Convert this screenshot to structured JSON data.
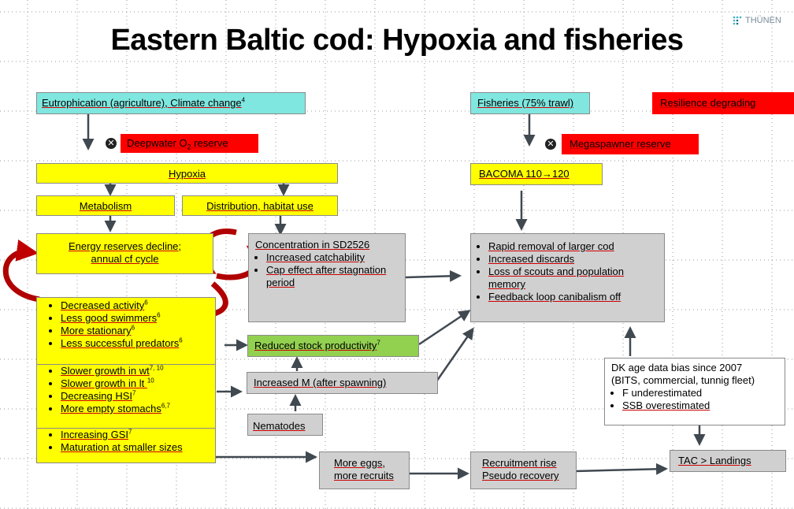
{
  "title": "Eastern Baltic cod: Hypoxia and fisheries",
  "logo": {
    "text": "THÜNEN",
    "icon": "thunen-logo-icon"
  },
  "boxes": {
    "eutrophication": "Eutrophication (agriculture), Climate change",
    "eutrophication_sup": "4",
    "deepwater": "Deepwater O",
    "deepwater_sub": "2",
    "deepwater_tail": " reserve",
    "hypoxia": "Hypoxia",
    "metabolism": "Metabolism",
    "distribution": "Distribution, habitat use",
    "energy_line1": "Energy reserves decline;",
    "energy_line2": "annual cf cycle",
    "concentration": [
      "Concentration in SD2526",
      "Increased catchability",
      "Cap effect after stagnation period"
    ],
    "behaviour": [
      {
        "text": "Decreased activity",
        "sup": "6"
      },
      {
        "text": "Less good swimmers",
        "sup": "6"
      },
      {
        "text": "More stationary",
        "sup": "6"
      },
      {
        "text": "Less successful predators",
        "sup": "6"
      }
    ],
    "growth": [
      {
        "text": "Slower growth in wt",
        "sup": "7, 10"
      },
      {
        "text": "Slower growth in lt ",
        "sup": "10"
      },
      {
        "text": "Decreasing HSI",
        "sup": "7"
      },
      {
        "text": "More empty stomachs",
        "sup": "6,7"
      }
    ],
    "maturation": [
      {
        "text": "Increasing GSI",
        "sup": "7"
      },
      {
        "text": "Maturation at smaller sizes",
        "sup": ""
      }
    ],
    "reduced_stock": "Reduced stock productivity",
    "reduced_stock_sup": "7",
    "increased_m": "Increased M (after spawning)",
    "nematodes": "Nematodes",
    "more_eggs_line1": "More eggs,",
    "more_eggs_line2": "more recruits",
    "recruitment_line1": "Recruitment rise",
    "recruitment_line2": "Pseudo recovery",
    "tac": "TAC > Landings",
    "fisheries": "Fisheries (75% trawl)",
    "resilience": "Resilience degrading",
    "megaspawner": "Megaspawner reserve",
    "bacoma": "BACOMA 110→120",
    "removal": [
      "Rapid removal of larger cod",
      "Increased discards",
      "Loss of scouts and population memory",
      "Feedback loop canibalism off"
    ],
    "dk_line1": "DK age data bias since 2007",
    "dk_line2": "(BITS, commercial,  tunnig fleet)",
    "dk_items": [
      "F underestimated",
      "SSB overestimated"
    ]
  },
  "colors": {
    "cyan": "#7fe7e0",
    "yellow": "#ffff00",
    "red": "#ff0000",
    "green": "#92d050",
    "gray": "#d0d0d0",
    "arrow": "#404850",
    "cycle_arrow": "#c00000"
  }
}
